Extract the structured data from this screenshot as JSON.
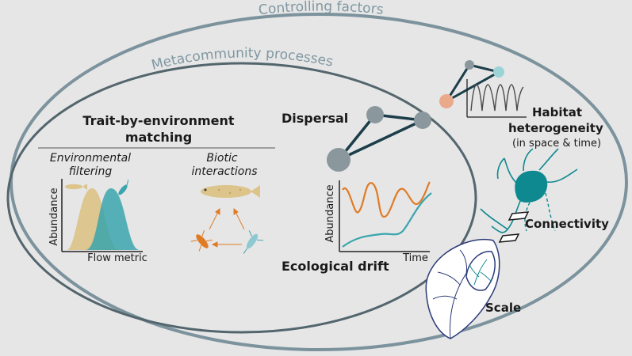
{
  "outer_title": "Controlling factors",
  "inner_title": "Metacommunity processes",
  "trait_matching": {
    "title_line1": "Trait-by-environment",
    "title_line2": "matching",
    "env_filtering_line1": "Environmental",
    "env_filtering_line2": "filtering",
    "biotic_line1": "Biotic",
    "biotic_line2": "interactions",
    "y_axis": "Abundance",
    "x_axis": "Flow metric"
  },
  "dispersal": {
    "label": "Dispersal"
  },
  "drift": {
    "label": "Ecological drift",
    "y_axis": "Abundance",
    "x_axis": "Time"
  },
  "habitat": {
    "line1": "Habitat",
    "line2": "heterogeneity",
    "note": "(in space & time)"
  },
  "connectivity": {
    "label": "Connectivity"
  },
  "scale": {
    "label": "Scale"
  },
  "colors": {
    "background": "#e6e6e6",
    "outer_ellipse": "#7c939d",
    "inner_ellipse": "#53656d",
    "gold": "#dcc48a",
    "teal": "#3aa5ad",
    "orange": "#e07b25",
    "dark_teal": "#1c3e4a",
    "grey_node": "#8a989d",
    "salmon": "#eba98c",
    "light_teal": "#9cd3d6",
    "deep_teal": "#0f8990",
    "navy": "#2b3a78"
  }
}
